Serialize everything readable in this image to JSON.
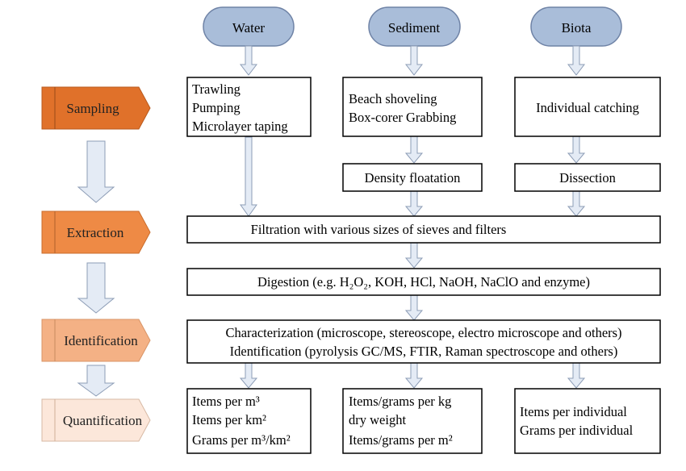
{
  "sources": [
    {
      "id": "water",
      "label": "Water"
    },
    {
      "id": "sediment",
      "label": "Sediment"
    },
    {
      "id": "biota",
      "label": "Biota"
    }
  ],
  "stages": [
    {
      "id": "sampling",
      "label": "Sampling",
      "color": "#E0712A"
    },
    {
      "id": "extraction",
      "label": "Extraction",
      "color": "#EE8A45"
    },
    {
      "id": "identification",
      "label": "Identification",
      "color": "#F4B185"
    },
    {
      "id": "quantification",
      "label": "Quantification",
      "color": "#FCE7DA"
    }
  ],
  "boxes": {
    "water_sampling": [
      "Trawling",
      "Pumping",
      "Microlayer taping"
    ],
    "sediment_sampling": [
      "Beach shoveling",
      "Box-corer Grabbing"
    ],
    "biota_sampling": [
      "Individual catching"
    ],
    "sediment_extraction": "Density floatation",
    "biota_extraction": "Dissection",
    "filtration": "Filtration with various sizes of sieves and filters",
    "digestion": "Digestion (e.g. H₂O₂, KOH, HCl, NaOH, NaClO and enzyme)",
    "characterization": "Characterization (microscope, stereoscope, electro microscope and others)",
    "identification": "Identification (pyrolysis GC/MS, FTIR, Raman spectroscope and others)",
    "water_quant": [
      "Items per m³",
      "Items per km²",
      "Grams per m³/km²"
    ],
    "sediment_quant": [
      "Items/grams per kg",
      "dry weight",
      "Items/grams per m²"
    ],
    "biota_quant": [
      "Items per individual",
      "Grams per individual"
    ]
  },
  "colors": {
    "source_fill": "#A9BDD9",
    "source_stroke": "#6F83A6",
    "arrow_fill": "#E4EBF5",
    "arrow_stroke": "#8D9DB6",
    "box_stroke": "#000000"
  }
}
